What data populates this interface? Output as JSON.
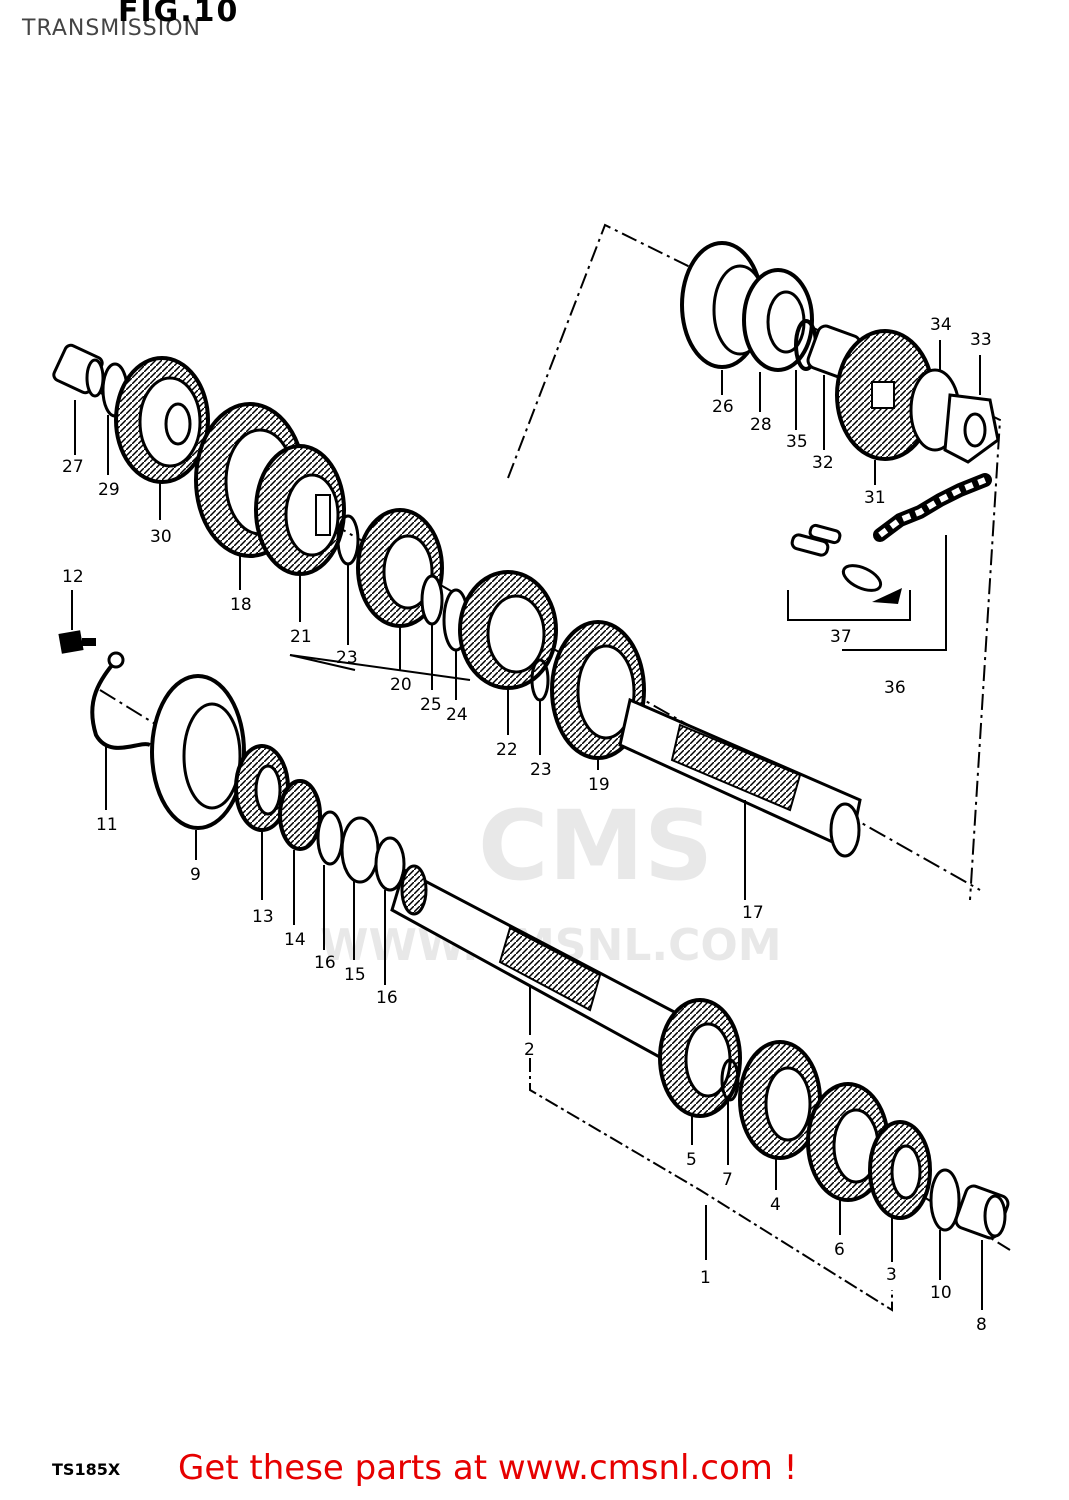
{
  "header": {
    "title": "TRANSMISSION",
    "figure_label": "FIG.10"
  },
  "footer": {
    "model_code": "TS185X",
    "call_to_action": "Get these parts at www.cmsnl.com !"
  },
  "watermark": {
    "brand": "CMS",
    "url": "WWW.CMSNL.COM"
  },
  "callouts": [
    "1",
    "2",
    "3",
    "4",
    "5",
    "6",
    "7",
    "8",
    "9",
    "10",
    "11",
    "12",
    "13",
    "14",
    "15",
    "16",
    "16",
    "17",
    "18",
    "19",
    "20",
    "21",
    "22",
    "23",
    "23",
    "24",
    "25",
    "26",
    "27",
    "28",
    "29",
    "30",
    "31",
    "32",
    "33",
    "34",
    "35",
    "36",
    "37"
  ],
  "colors": {
    "ink": "#000000",
    "cta": "#e60000",
    "header_text": "#444444"
  }
}
